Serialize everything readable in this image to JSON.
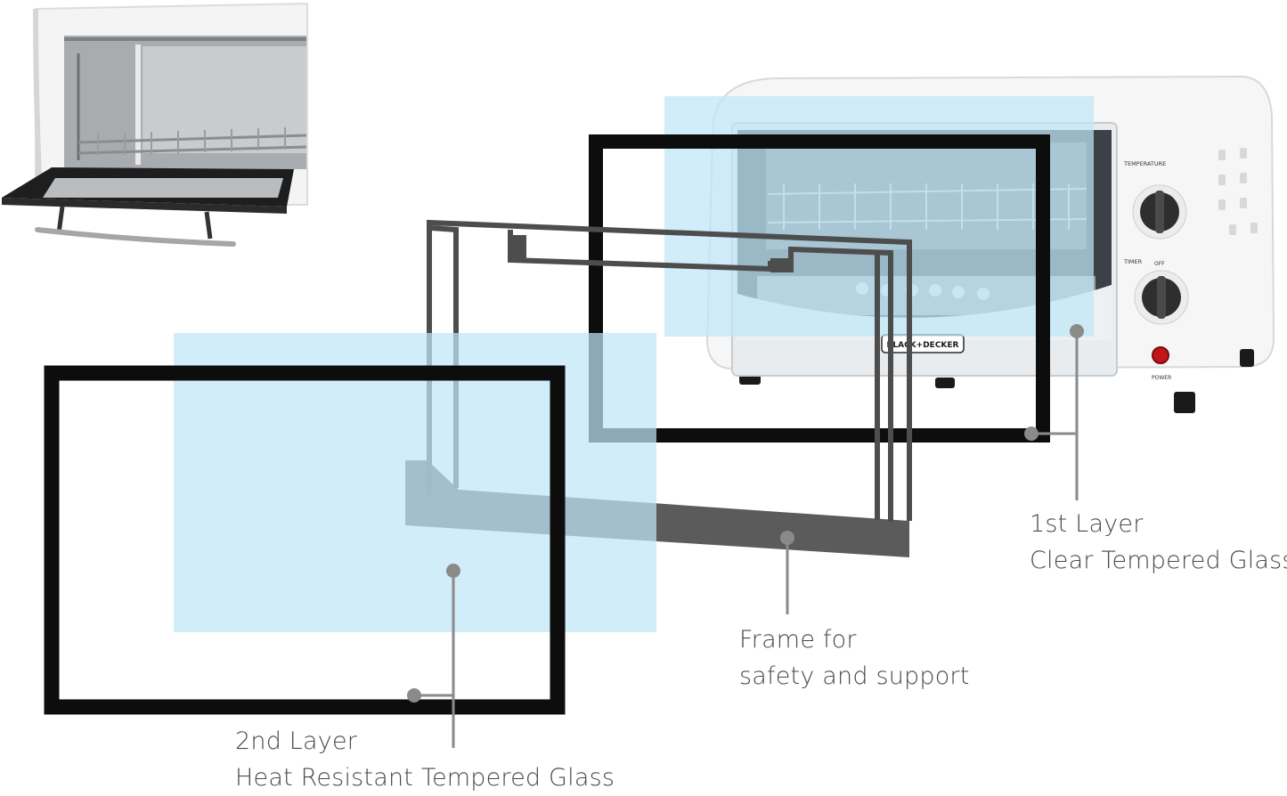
{
  "oven": {
    "brand": "BLACK+DECKER",
    "temperature_label": "TEMPERATURE",
    "timer_label": "TIMER",
    "timer_off_label": "OFF",
    "power_label": "POWER",
    "power_light_color": "#c0161a"
  },
  "callouts": {
    "first_layer": {
      "line1": "1st Layer",
      "line2": "Clear Tempered Glass"
    },
    "frame": {
      "line1": "Frame for",
      "line2": "safety and support"
    },
    "second_layer": {
      "line1": "2nd Layer",
      "line2": "Heat Resistant Tempered Glass"
    }
  },
  "colors": {
    "glass_tint": "#bfe6f7",
    "frame_fill": "#4d4d4d",
    "border_black": "#0d0d0d",
    "leader_line": "#8a8a8a",
    "text": "#4a4a4a"
  }
}
